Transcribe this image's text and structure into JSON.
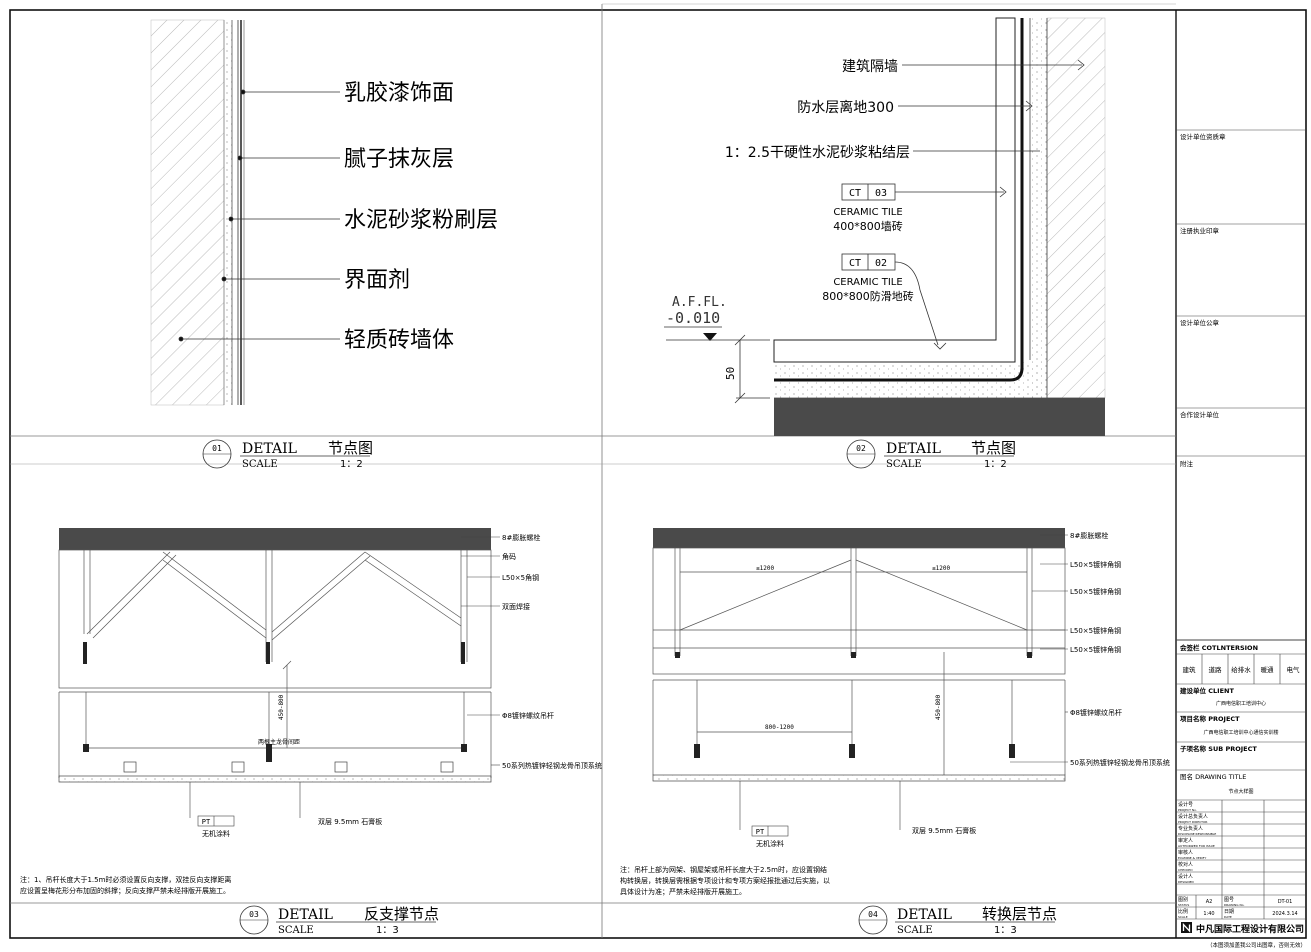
{
  "detail1": {
    "layers": [
      "乳胶漆饰面",
      "腻子抹灰层",
      "水泥砂浆粉刷层",
      "界面剂",
      "轻质砖墙体"
    ],
    "num": "01",
    "title_en": "DETAIL",
    "title_cn": "节点图",
    "scale_label": "SCALE",
    "scale": "1：2"
  },
  "detail2": {
    "labels": [
      "建筑隔墙",
      "防水层离地300",
      "1：2.5干硬性水泥砂浆粘结层"
    ],
    "tag1": {
      "code": "CT",
      "num": "03",
      "name": "CERAMIC TILE",
      "desc": "400*800墙砖"
    },
    "tag2": {
      "code": "CT",
      "num": "02",
      "name": "CERAMIC TILE",
      "desc": "800*800防滑地砖"
    },
    "level_label": "A.F.FL.",
    "level_value": "-0.010",
    "dim": "50",
    "num": "02",
    "title_en": "DETAIL",
    "title_cn": "节点图",
    "scale_label": "SCALE",
    "scale": "1：2"
  },
  "detail3": {
    "callouts": [
      "8#膨胀螺栓",
      "角码",
      "L50×5角钢",
      "双面焊接",
      "Φ8镀锌螺纹吊杆",
      "50系列热镀锌轻钢龙骨吊顶系统"
    ],
    "mid_label": "两根主龙骨间距",
    "vdim": "450-800",
    "pt_code": "PT",
    "pt_desc": "无机涂料",
    "board": "双层 9.5mm 石膏板",
    "note1": "注：1、吊杆长度大于1.5m时必须设置反向支撑，双挂反向支撑距离",
    "note2": "应设置呈梅花形分布加固的斜撑；反向支撑严禁未经排版开展施工。",
    "num": "03",
    "title_en": "DETAIL",
    "title_cn": "反支撑节点",
    "scale_label": "SCALE",
    "scale": "1：3"
  },
  "detail4": {
    "callouts": [
      "8#膨胀螺栓",
      "L50×5镀锌角钢",
      "L50×5镀锌角钢",
      "L50×5镀锌角钢",
      "L50×5镀锌角钢",
      "Φ8镀锌螺纹吊杆",
      "50系列热镀锌轻钢龙骨吊顶系统"
    ],
    "dim_a": "≤1200",
    "dim_b": "≤1200",
    "dim_c": "800-1200",
    "vdim": "450-800",
    "pt_code": "PT",
    "pt_desc": "无机涂料",
    "board": "双层 9.5mm 石膏板",
    "note1": "注：吊杆上部为网架、钢屋架或吊杆长度大于2.5m时，应设置钢结",
    "note2": "构转换层，转换层需根据专项设计和专项方案经报批通过后实施，以",
    "note3": "具体设计为准；严禁未经排版开展施工。",
    "num": "04",
    "title_en": "DETAIL",
    "title_cn": "转换层节点",
    "scale_label": "SCALE",
    "scale": "1：3"
  },
  "titleblock": {
    "seal1": "设计单位资质章",
    "seal2": "注册执业印章",
    "seal3": "设计单位公章",
    "coop": "合作设计单位",
    "remarks": "附注",
    "countersign": "会签栏 COTLNTERSION",
    "disciplines": [
      "建筑",
      "道路",
      "给排水",
      "暖通",
      "电气"
    ],
    "client_label": "建设单位 CLIENT",
    "client": "广西电信职工培训中心",
    "project_label": "项目名称 PROJECT",
    "project": "广西电信职工培训中心通信实训楼",
    "sub_label": "子项名称 SUB PROJECT",
    "sub": "",
    "drawing_label": "图名 DRAWING TITLE",
    "drawing": "节点大样图",
    "roles": [
      {
        "cn": "设计号",
        "en": "PROJECT No."
      },
      {
        "cn": "设计总负责人",
        "en": "PROJECT DIRECTOR"
      },
      {
        "cn": "专业负责人",
        "en": "DISCIPLINE RESPONSIBLE"
      },
      {
        "cn": "审定人",
        "en": "AUTHORIZED FOR ISSUE"
      },
      {
        "cn": "审核人",
        "en": "EXAMINE & VERIFY"
      },
      {
        "cn": "校对人",
        "en": "CHECKED"
      },
      {
        "cn": "设计人",
        "en": "DESIGNED"
      }
    ],
    "status_label": "图别",
    "status_en": "STATUS",
    "status": "A2",
    "dwgno_label": "图号",
    "dwgno_en": "DRAWING No.",
    "dwgno": "DT-01",
    "scale_label": "比例",
    "scale_en": "SCALE",
    "scale": "1:40",
    "date_label": "日期",
    "date_en": "DATE",
    "date": "2024.3.14",
    "company": "中凡国际工程设计有限公司",
    "footer": "（本图须加盖我公司出图章，否则无效）"
  }
}
